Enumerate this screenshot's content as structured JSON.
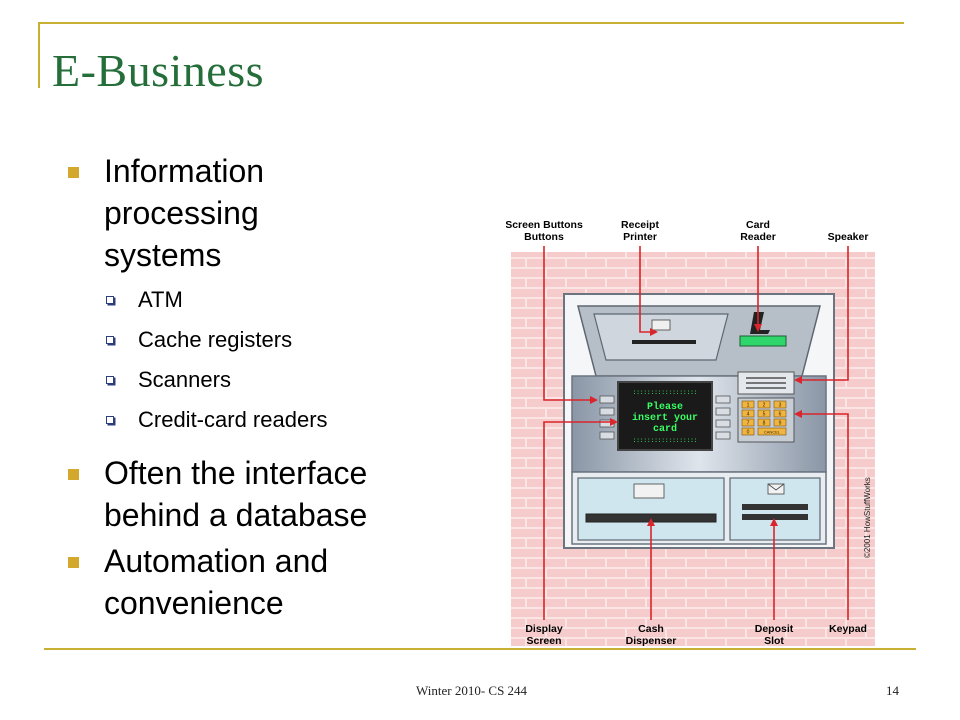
{
  "slide": {
    "title": "E-Business",
    "bullets": [
      {
        "text": "Information processing systems",
        "lines": [
          "Information",
          "processing",
          "systems"
        ],
        "sub": [
          "ATM",
          "Cache registers",
          "Scanners",
          "Credit-card readers"
        ]
      },
      {
        "text": "Often the interface behind a database",
        "lines": [
          "Often the interface",
          "behind a database"
        ],
        "sub": []
      },
      {
        "text": "Automation and convenience",
        "lines": [
          "Automation and",
          "convenience"
        ],
        "sub": []
      }
    ]
  },
  "figure": {
    "labels_top": [
      "Screen Buttons",
      "Receipt Printer",
      "Card Reader",
      "Speaker"
    ],
    "labels_bottom": [
      "Display Screen",
      "Cash Dispenser",
      "Deposit Slot",
      "Keypad"
    ],
    "screen_text": [
      "Please",
      "insert your",
      "card"
    ],
    "keypad_keys": [
      "1",
      "2",
      "3",
      "4",
      "5",
      "6",
      "7",
      "8",
      "9",
      "0",
      "CANCEL"
    ],
    "copyright": "©2001 HowStuffWorks",
    "accent_color": "#d9252b"
  },
  "footer": {
    "course": "Winter 2010- CS 244",
    "page": "14"
  }
}
